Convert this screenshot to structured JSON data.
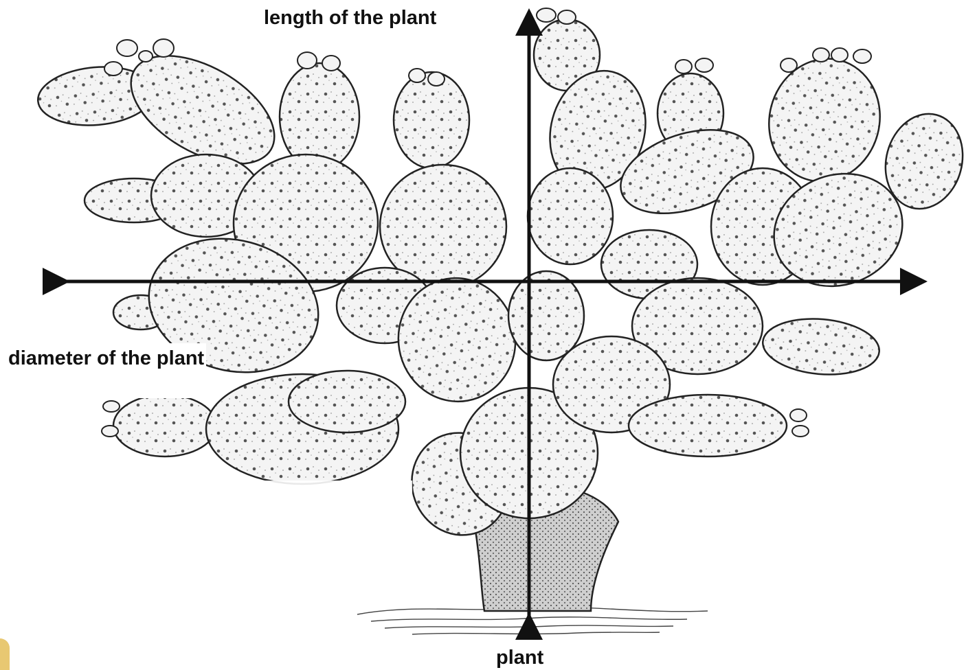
{
  "labels": {
    "length": "length of the plant",
    "diameter": "diameter of the plant",
    "plant": "plant"
  },
  "colors": {
    "ink": "#1a1a1a",
    "pad_fill": "#f4f4f4",
    "background": "#ffffff",
    "corner_accent": "#e8c872"
  }
}
